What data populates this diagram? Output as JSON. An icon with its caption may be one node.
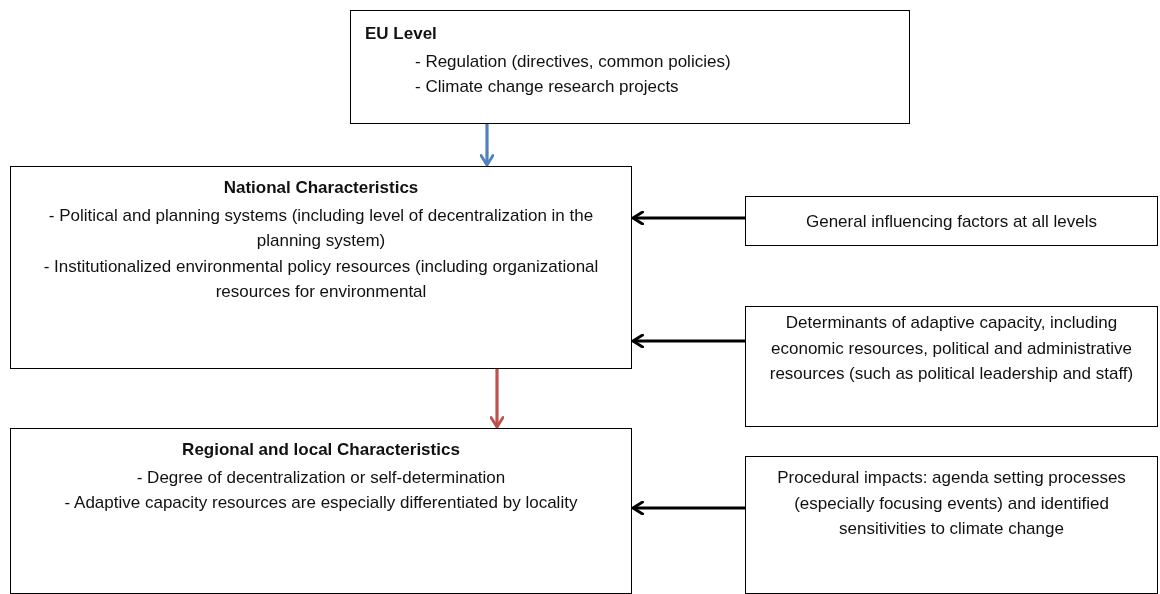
{
  "diagram": {
    "nodes": [
      {
        "text": [
          "EU Level",
          "- Regulation (directives, common policies)",
          "- Climate change research projects"
        ]
      },
      {
        "text": [
          "National Characteristics",
          "- Political and planning systems (including level of decentralization in the planning system)",
          "- Institutionalized environmental policy resources (including organizational resources for environmental"
        ]
      },
      {
        "text": [
          "General influencing factors at all levels"
        ]
      },
      {
        "text": [
          "Determinants of adaptive capacity, including economic resources, political and administrative resources (such as political leadership and staff)"
        ]
      },
      {
        "text": [
          "Regional and local Characteristics",
          "- Degree of decentralization or self-determination",
          "- Adaptive capacity resources are especially differentiated by locality"
        ]
      },
      {
        "text": [
          "Procedural impacts: agenda setting processes (especially focusing events) and identified sensitivities to climate change"
        ]
      }
    ],
    "edges": [
      {
        "from": 0,
        "to": 1,
        "arrow": "to",
        "color": "#4f81bd"
      },
      {
        "from": 2,
        "to": 1,
        "arrow": "to"
      },
      {
        "from": 3,
        "to": 1,
        "arrow": "to"
      },
      {
        "from": 1,
        "to": 4,
        "arrow": "to",
        "color": "#c0504d"
      },
      {
        "from": 5,
        "to": 4,
        "arrow": "to"
      }
    ]
  }
}
